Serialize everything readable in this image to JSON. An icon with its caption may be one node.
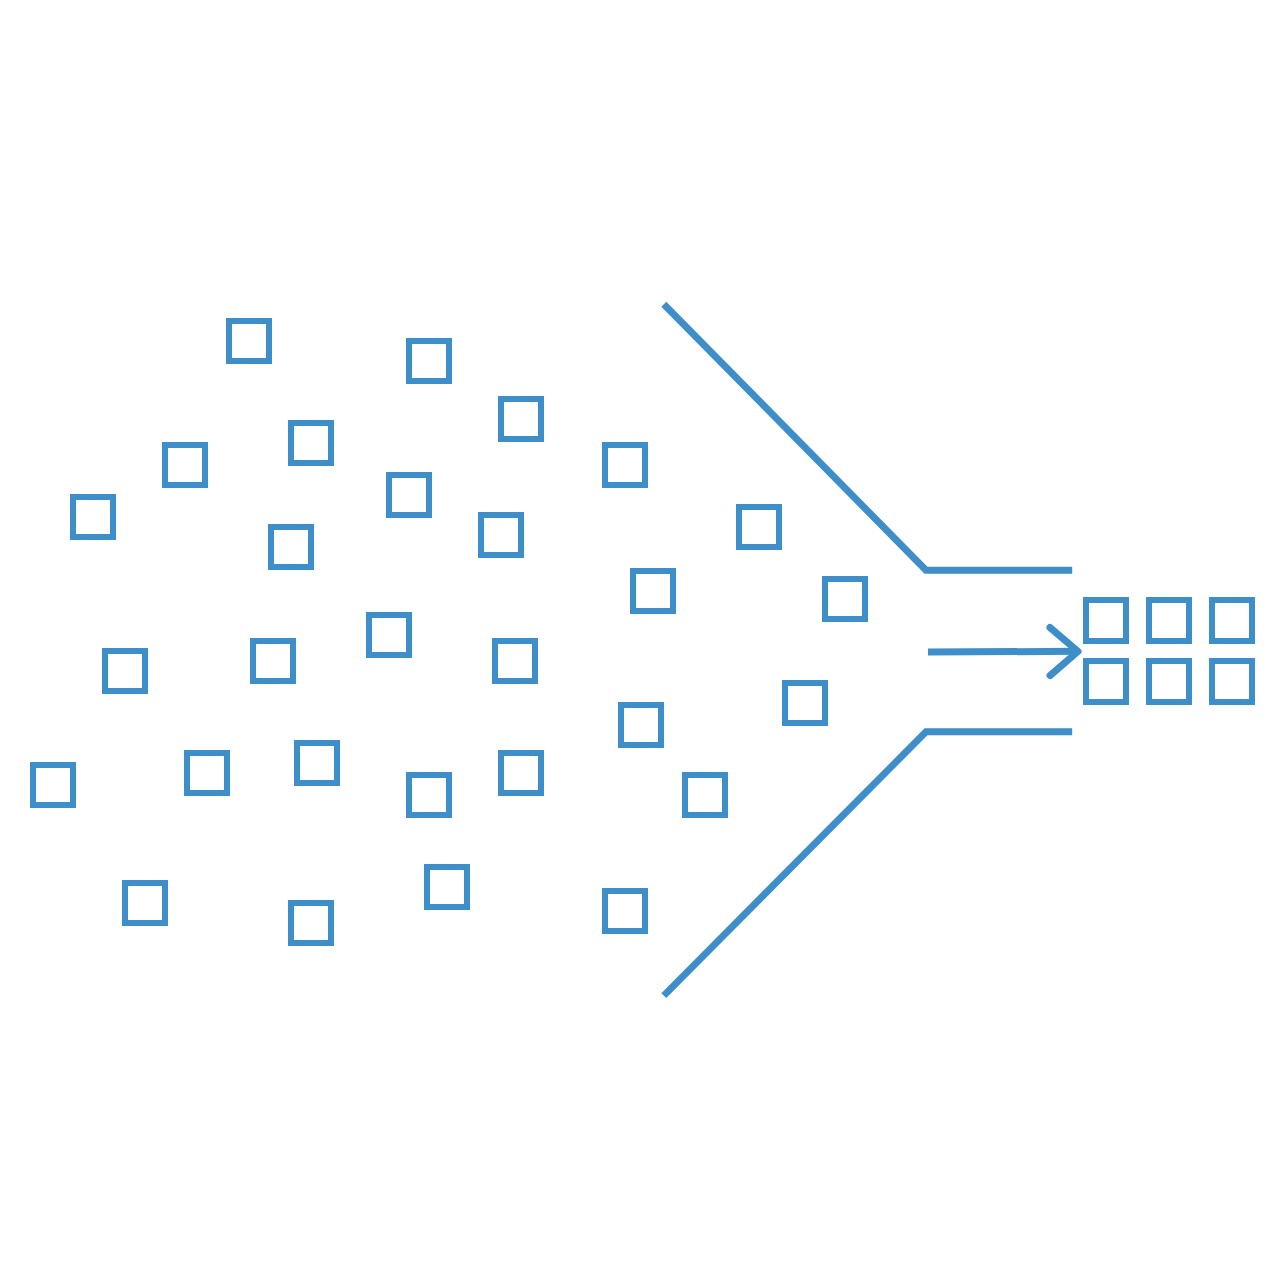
{
  "diagram": {
    "nodes": [
      {
        "text": [],
        "shape": "funnel"
      },
      {
        "text": [],
        "shape": "grid"
      }
    ],
    "edges": [
      {
        "from": 0,
        "to": 1,
        "arrow": "to"
      }
    ]
  }
}
